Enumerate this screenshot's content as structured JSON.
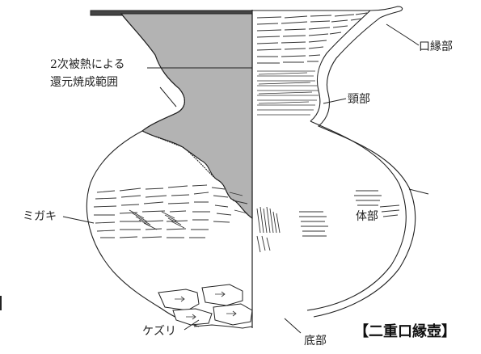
{
  "title": "【二重口縁壺】",
  "labels": {
    "reduction_area": [
      "2次被熱による",
      "還元焼成範囲"
    ],
    "rim": "口縁部",
    "neck": "頸部",
    "body": "体部",
    "polish": "ミガキ",
    "scrape": "ケズリ",
    "base": "底部"
  },
  "colors": {
    "reduction_fill": "#b3b3b3",
    "line": "#222222"
  }
}
